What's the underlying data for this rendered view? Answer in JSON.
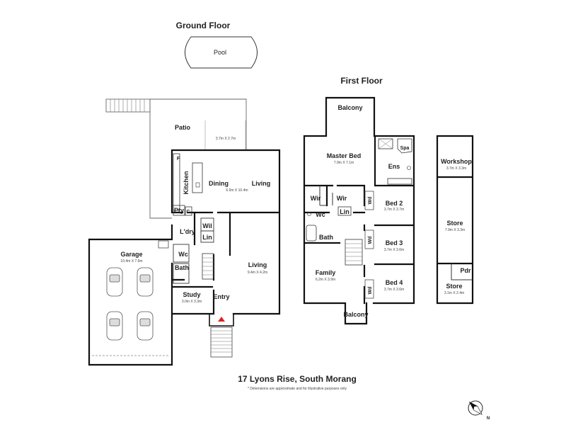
{
  "floors": {
    "ground": "Ground Floor",
    "first": "First Floor"
  },
  "rooms": {
    "pool": "Pool",
    "patio": "Patio",
    "patio_dim": "3.7m X 2.7m",
    "kitchen": "Kitchen",
    "f": "F",
    "dining": "Dining",
    "dining_dim": "6.0m X 10.4m",
    "living_upper": "Living",
    "pty": "Pty",
    "c": "C",
    "laundry": "L'dry",
    "wil": "Wil",
    "lin_g": "Lin",
    "garage": "Garage",
    "garage_dim": "10.4m X 7.6m",
    "wc_g": "Wc",
    "bath_g": "Bath",
    "living_lower": "Living",
    "living_lower_dim": "9.4m X 4.2m",
    "study": "Study",
    "study_dim": "3.0m X 3.3m",
    "entry": "Entry",
    "balcony_top": "Balcony",
    "master": "Master Bed",
    "master_dim": "7.9m X 7.1m",
    "spa": "Spa",
    "ens": "Ens",
    "wir1": "Wir",
    "wir2": "Wir",
    "wc_f": "Wc",
    "lin_f": "Lin",
    "wd1": "Wd",
    "bed2": "Bed 2",
    "bed2_dim": "3.7m X 3.7m",
    "bath_f": "Bath",
    "wd2": "Wd",
    "bed3": "Bed 3",
    "bed3_dim": "3.7m X 3.6m",
    "family": "Family",
    "family_dim": "6.2m X 3.9m",
    "wd3": "Wd",
    "bed4": "Bed 4",
    "bed4_dim": "3.7m X 3.6m",
    "balcony_bottom": "Balcony",
    "workshop": "Workshop",
    "workshop_dim": "3.7m X 3.3m",
    "store1": "Store",
    "store1_dim": "7.9m X 3.3m",
    "pdr": "Pdr",
    "store2": "Store",
    "store2_dim": "3.1m X 2.4m"
  },
  "footer": {
    "address": "17 Lyons Rise, South Morang",
    "disclaimer": "* Dimensions are approximate and for illustrative purposes only"
  },
  "compass": {
    "letter": "N"
  }
}
